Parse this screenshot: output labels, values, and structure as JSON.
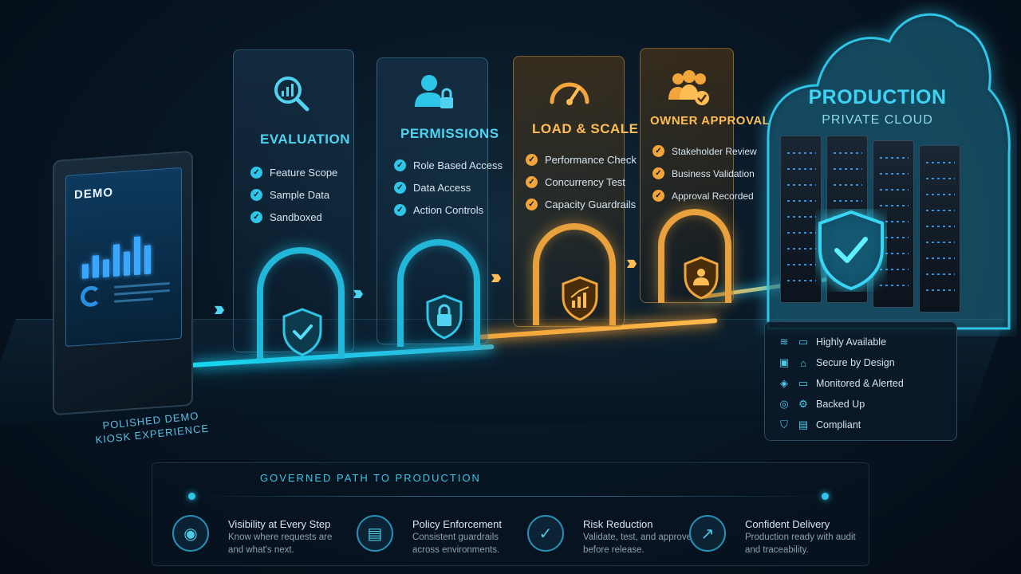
{
  "kiosk": {
    "screen_title": "DEMO",
    "caption_line1": "POLISHED DEMO",
    "caption_line2": "KIOSK EXPERIENCE"
  },
  "stages": [
    {
      "title": "EVALUATION",
      "icon": "magnifier-chart-icon",
      "color": "#4fd3f0",
      "items": [
        "Feature Scope",
        "Sample Data",
        "Sandboxed"
      ],
      "gate_icon": "shield-check-icon"
    },
    {
      "title": "PERMISSIONS",
      "icon": "user-lock-icon",
      "color": "#4fd3f0",
      "items": [
        "Role Based Access",
        "Data Access",
        "Action Controls"
      ],
      "gate_icon": "lock-icon"
    },
    {
      "title": "LOAD & SCALE",
      "icon": "gauge-icon",
      "color": "#ffbe55",
      "items": [
        "Performance Check",
        "Concurrency Test",
        "Capacity Guardrails"
      ],
      "gate_icon": "growth-chart-icon"
    },
    {
      "title": "OWNER APPROVAL",
      "icon": "team-check-icon",
      "color": "#ffbe55",
      "items": [
        "Stakeholder Review",
        "Business Validation",
        "Approval Recorded"
      ],
      "gate_icon": "user-shield-icon"
    }
  ],
  "destination": {
    "title": "PRODUCTION",
    "subtitle": "PRIVATE CLOUD"
  },
  "features": [
    {
      "icon": "layers-icon",
      "label": "Highly Available"
    },
    {
      "icon": "lock-icon",
      "label": "Secure by Design"
    },
    {
      "icon": "bell-icon",
      "label": "Monitored & Alerted"
    },
    {
      "icon": "database-icon",
      "label": "Backed Up"
    },
    {
      "icon": "shield-check-icon",
      "label": "Compliant"
    }
  ],
  "bottom": {
    "title": "GOVERNED PATH TO PRODUCTION",
    "benefits": [
      {
        "icon": "eye-icon",
        "title": "Visibility at Every Step",
        "desc": "Know where requests are and what's next."
      },
      {
        "icon": "document-icon",
        "title": "Policy Enforcement",
        "desc": "Consistent guardrails across environments."
      },
      {
        "icon": "check-circle-icon",
        "title": "Risk Reduction",
        "desc": "Validate, test, and approve before release."
      },
      {
        "icon": "trend-up-icon",
        "title": "Confident Delivery",
        "desc": "Production ready with audit and traceability."
      }
    ]
  },
  "colors": {
    "cyan": "#2ec5e6",
    "amber": "#f2a53a",
    "background": "#081624"
  }
}
